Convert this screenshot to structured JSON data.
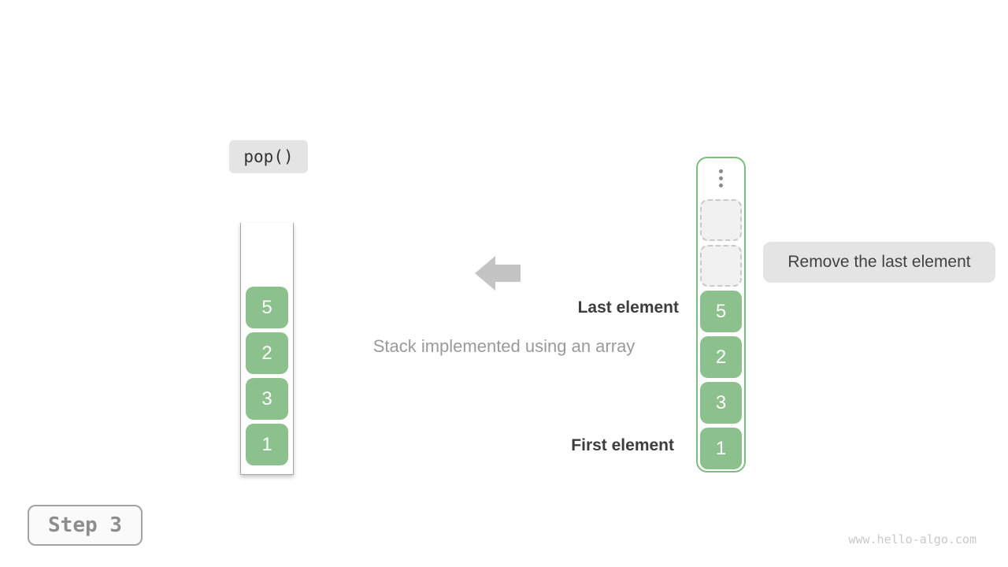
{
  "pop_label": "pop()",
  "caption": "Stack implemented using an array",
  "labels": {
    "last_element": "Last element",
    "first_element": "First element",
    "remove_hint": "Remove the last element"
  },
  "left_stack": {
    "values": [
      "5",
      "2",
      "3",
      "1"
    ]
  },
  "right_array": {
    "empty_slot_count": 2,
    "values": [
      "5",
      "2",
      "3",
      "1"
    ]
  },
  "step_badge_label": "Step 3",
  "watermark": "www.hello-algo.com",
  "colors": {
    "cell_green": "#8CC08C",
    "container_border_green": "#7DBD7D",
    "label_bg": "#E4E4E4",
    "arrow_gray": "#C4C4C4",
    "dark_text": "#3D3D3D",
    "muted_text": "#9A9A9A"
  }
}
